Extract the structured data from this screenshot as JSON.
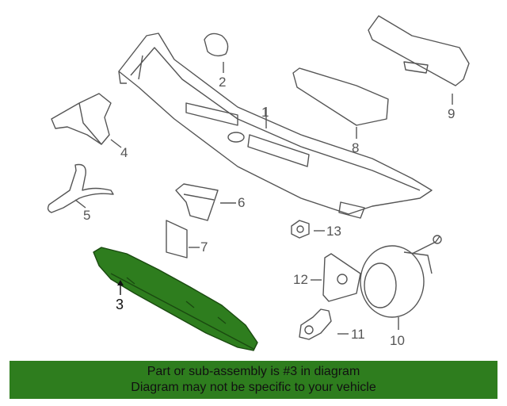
{
  "highlight_color": "#2e7d1e",
  "callouts": [
    "1",
    "2",
    "3",
    "4",
    "5",
    "6",
    "7",
    "8",
    "9",
    "10",
    "11",
    "12",
    "13"
  ],
  "banner": {
    "line1": "Part or sub-assembly is #3 in diagram",
    "line2": "Diagram may not be specific to your vehicle"
  },
  "selected_part": "3"
}
